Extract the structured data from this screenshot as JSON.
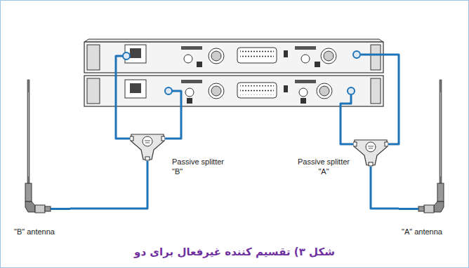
{
  "diagram": {
    "caption": "شکل ۳) تقسیم کننده غیرفعال برای دو",
    "nodes": [
      {
        "text": [
          "Passive splitter \"B\""
        ]
      },
      {
        "text": [
          "Passive splitter \"A\""
        ]
      },
      {
        "text": [
          "\"B\" antenna"
        ]
      },
      {
        "text": [
          "\"A\" antenna"
        ]
      }
    ],
    "edges": [
      {
        "from": 2,
        "to": 0,
        "arrow": "none"
      },
      {
        "from": 3,
        "to": 1,
        "arrow": "none"
      }
    ]
  }
}
